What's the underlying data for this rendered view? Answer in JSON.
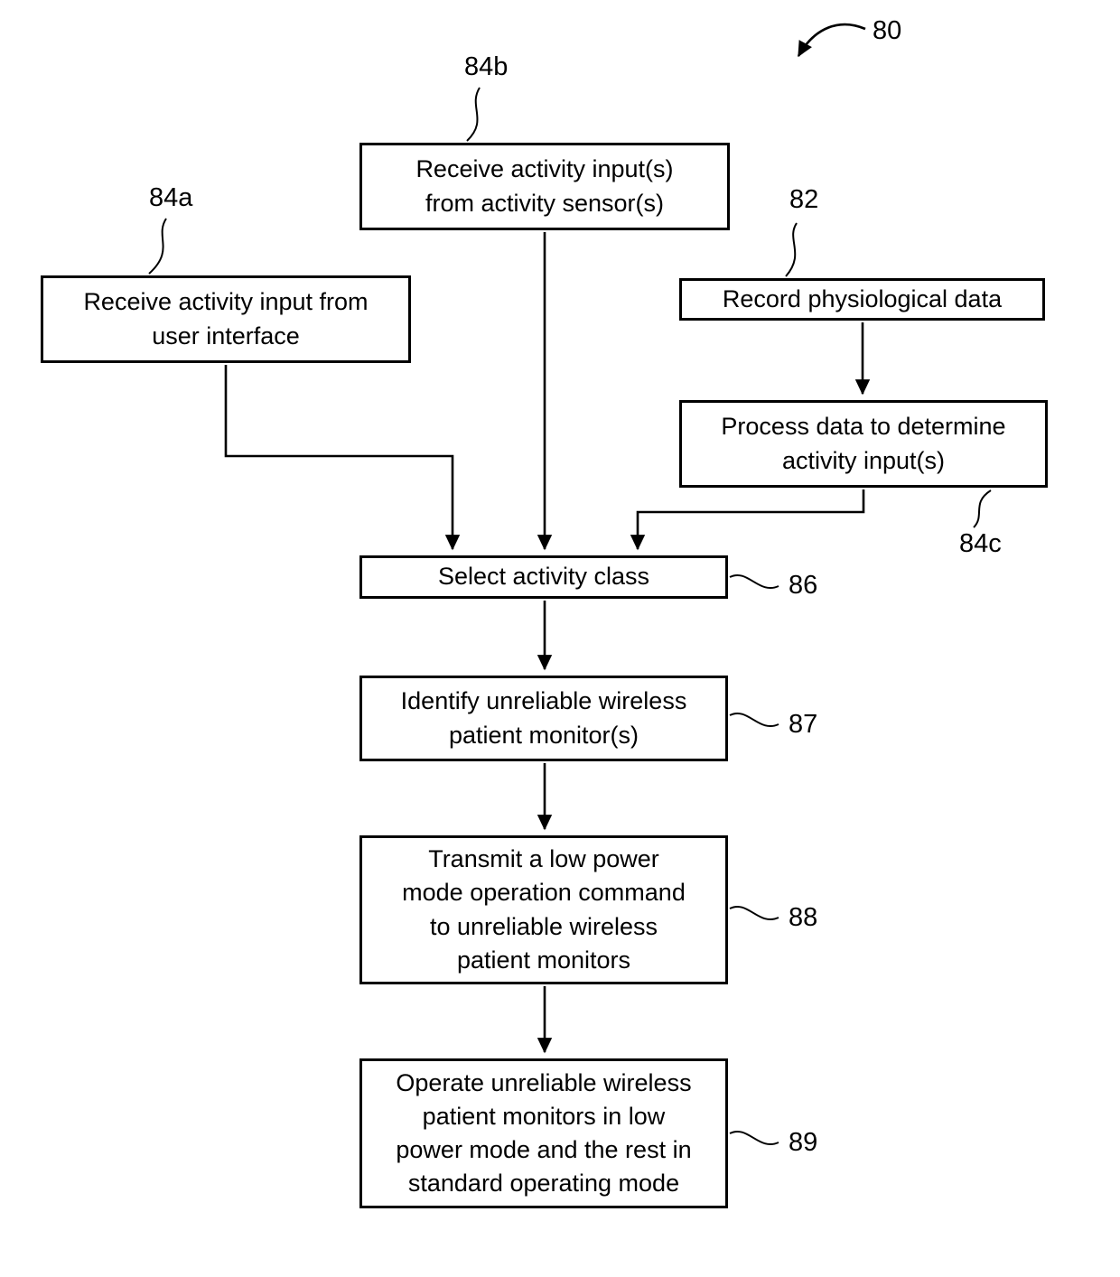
{
  "figure": {
    "ref": "80"
  },
  "boxes": {
    "b84b": {
      "label": "84b",
      "text": "Receive activity input(s)\nfrom activity sensor(s)"
    },
    "b84a": {
      "label": "84a",
      "text": "Receive activity input from\nuser interface"
    },
    "b82": {
      "label": "82",
      "text": "Record physiological data"
    },
    "b84c": {
      "label": "84c",
      "text": "Process data to determine\nactivity input(s)"
    },
    "b86": {
      "label": "86",
      "text": "Select activity class"
    },
    "b87": {
      "label": "87",
      "text": "Identify unreliable wireless\npatient monitor(s)"
    },
    "b88": {
      "label": "88",
      "text": "Transmit a low power\nmode operation command\nto unreliable wireless\npatient monitors"
    },
    "b89": {
      "label": "89",
      "text": "Operate unreliable wireless\npatient monitors in low\npower mode and the rest in\nstandard operating mode"
    }
  }
}
